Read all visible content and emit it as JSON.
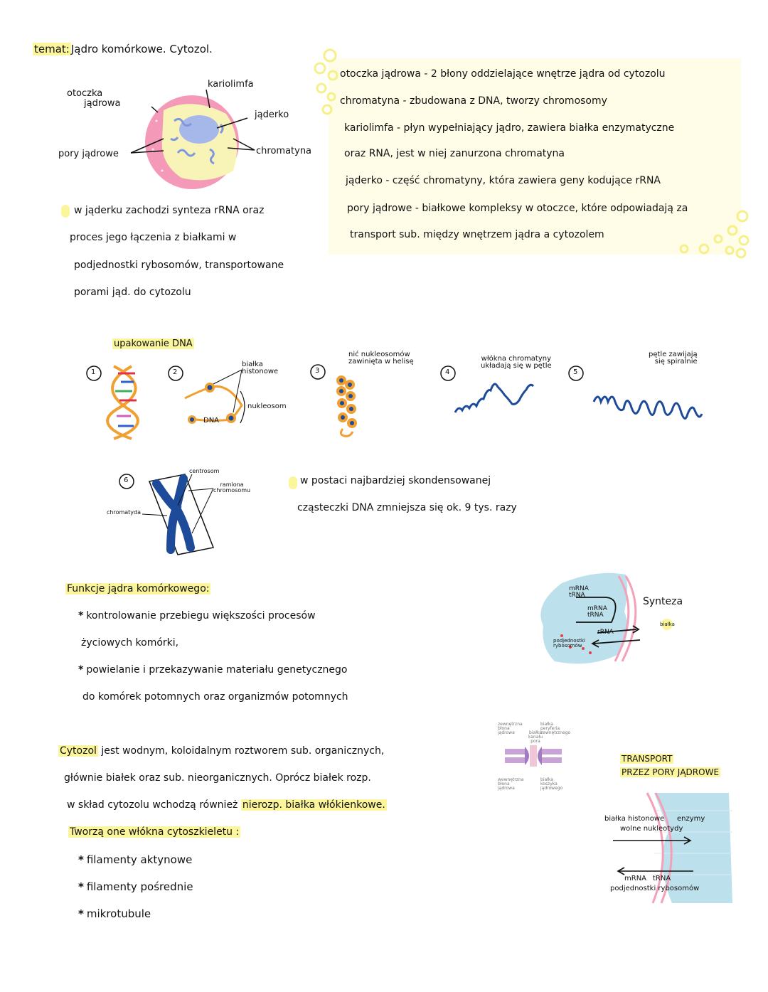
{
  "header": {
    "label": "temat:",
    "title": "Jądro komórkowe. Cytozol."
  },
  "nucleus_diagram": {
    "labels": {
      "kariolimfa": "kariolimfa",
      "otoczka": [
        "otoczka",
        "jądrowa"
      ],
      "jaderko": "jąderko",
      "pory": "pory jądrowe",
      "chromatyna": "chromatyna"
    }
  },
  "nucleolus_note": [
    "w jąderku zachodzi synteza rRNA oraz",
    "proces jego łączenia z białkami w",
    "podjednostki rybosomów, transportowane",
    "porami jąd. do cytozolu"
  ],
  "definitions": [
    "otoczka jądrowa - 2 błony oddzielające wnętrze jądra od cytozolu",
    "chromatyna - zbudowana z DNA, tworzy chromosomy",
    "kariolimfa - płyn wypełniający jądro, zawiera białka enzymatyczne",
    "oraz RNA, jest w niej zanurzona chromatyna",
    "jąderko - część chromatyny, która zawiera geny kodujące rRNA",
    "pory jądrowe - białkowe kompleksy w otoczce, które odpowiadają za",
    "transport sub. między wnętrzem jądra a cytozolem"
  ],
  "packing": {
    "title": "upakowanie DNA",
    "steps": [
      "1",
      "2",
      "3",
      "4",
      "5",
      "6"
    ],
    "step2": {
      "bialka": [
        "białka",
        "histonowe"
      ],
      "nukleosom": "nukleosom",
      "dna": "DNA"
    },
    "step3": [
      "nić nukleosomów",
      "zawinięta w helisę"
    ],
    "step4": [
      "włókna chromatyny",
      "układają się w pętle"
    ],
    "step5": [
      "pętle zawijają",
      "się spiralnie"
    ],
    "step6": {
      "centrosom": "centrosom",
      "ramiona": [
        "ramiona",
        "chromosomu"
      ],
      "chromatyda": "chromatyda"
    },
    "note": [
      "w postaci najbardziej skondensowanej",
      "cząsteczki DNA zmniejsza się ok. 9 tys. razy"
    ]
  },
  "functions": {
    "title": "Funkcje jądra komórkowego:",
    "items": [
      [
        "kontrolowanie przebiegu większości procesów",
        "życiowych komórki,"
      ],
      [
        "powielanie i przekazywanie materiału genetycznego",
        "do komórek potomnych oraz organizmów potomnych"
      ]
    ]
  },
  "synthesis_diagram": {
    "mrna": "mRNA",
    "trna": "tRNA",
    "mrna2": "mRNA",
    "trna2": "tRNA",
    "rrna": "rRNA",
    "synteza": "Synteza",
    "bialka": "białka",
    "podjednostki": [
      "podjednostki",
      "rybosomów"
    ]
  },
  "cytozol": {
    "lines": [
      {
        "hl": "Cytozol",
        "text": " jest wodnym, koloidalnym roztworem sub. organicznych,"
      },
      {
        "text": "głównie białek oraz sub. nieorganicznych. Oprócz białek rozp."
      },
      {
        "text": "w skład cytozolu wchodzą również ",
        "hl": "nierozp. białka włókienkowe."
      },
      {
        "hl": "Tworzą one włókna cytoszkieletu :"
      }
    ],
    "items": [
      "filamenty aktynowe",
      "filamenty pośrednie",
      "mikrotubule"
    ]
  },
  "pore_micro": {
    "labels": [
      "zewnętrzna błona jądrowa",
      "białka peryferia zewnętrznego",
      "białka kanału pora",
      "wewnętrzna błona jądrowa",
      "białka koszyka jądrowego"
    ]
  },
  "transport": {
    "title": [
      "TRANSPORT",
      "PRZEZ PORY JĄDROWE"
    ],
    "in": [
      "białka histonowe",
      "enzymy",
      "wolne nukleotydy"
    ],
    "out": [
      "mRNA",
      "tRNA",
      "podjednostki rybosomów"
    ]
  }
}
